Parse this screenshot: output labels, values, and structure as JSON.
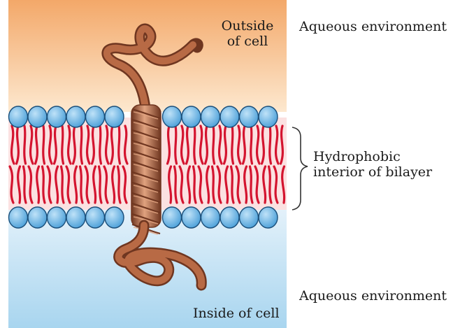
{
  "labels": {
    "outside_line1": "Outside",
    "outside_line2": "of cell",
    "inside": "Inside of cell",
    "aqueous_top": "Aqueous environment",
    "aqueous_bottom": "Aqueous environment",
    "hydrophobic_line1": "Hydrophobic",
    "hydrophobic_line2": "interior of bilayer"
  },
  "colors": {
    "outside_top": "#f3a869",
    "outside_bottom": "#fde8cf",
    "inside_top": "#e3f1fa",
    "inside_bottom": "#a8d5ef",
    "interior": "#fbe1e1",
    "head_fill": "#4a9fd8",
    "head_stroke": "#1b4f7a",
    "tail": "#d4142f",
    "protein": "#b86a45",
    "protein_dark": "#6f3620",
    "protein_light": "#e0a27f"
  },
  "icons": {
    "membrane": "lipid-bilayer",
    "protein": "transmembrane-helix-protein",
    "brace": "right-curly-brace"
  }
}
